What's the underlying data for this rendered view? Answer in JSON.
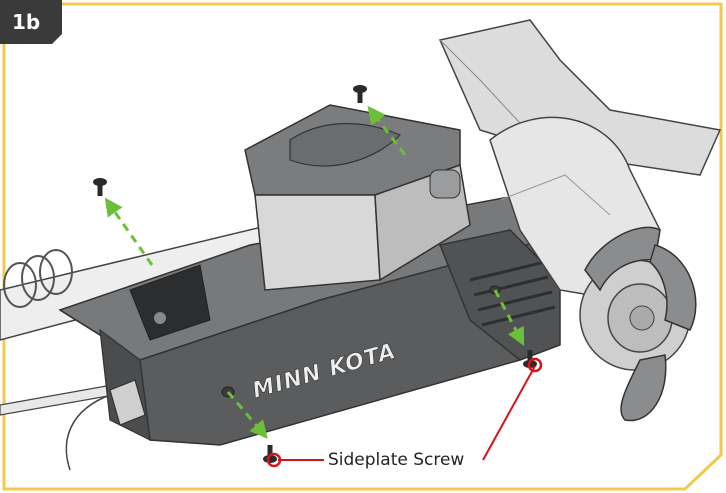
{
  "step": {
    "label": "1b"
  },
  "callout": {
    "label": "Sideplate Screw"
  },
  "product": {
    "brand_mark": "MINN KOTA"
  },
  "colors": {
    "frame_border": "#f2c94c",
    "badge_bg": "#3a3a3a",
    "arrow_green": "#6cbf3a",
    "callout_red": "#d6141c",
    "housing_dark": "#555759",
    "housing_mid": "#77797b",
    "shaft_light": "#eeeeee",
    "prop_light": "#d9d9d9"
  },
  "icons": {
    "screw": "screw-icon",
    "removal_arrow": "arrow-up-left-icon"
  }
}
